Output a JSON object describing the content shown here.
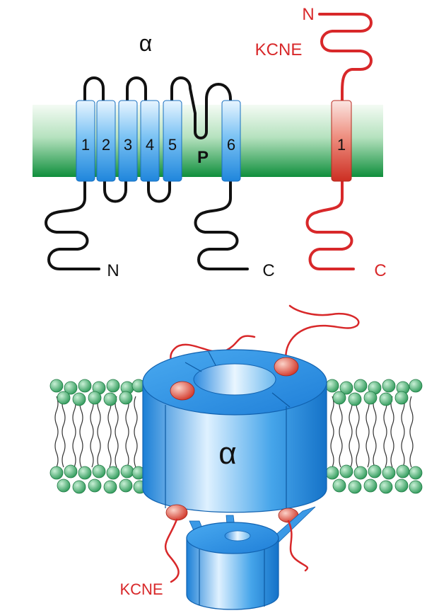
{
  "top_diagram": {
    "alpha_label": "α",
    "segments": [
      "1",
      "2",
      "3",
      "4",
      "5",
      "6"
    ],
    "pore_label": "P",
    "alpha_n_label": "N",
    "alpha_c_label": "C",
    "kcne_label": "KCNE",
    "kcne_n_label": "N",
    "kcne_c_label": "C",
    "kcne_segment": "1"
  },
  "bottom_diagram": {
    "alpha_label": "α",
    "kcne_label": "KCNE"
  },
  "colors": {
    "membrane_green": "#1a9a4a",
    "helix_blue": "#2a8fe0",
    "kcne_red": "#d8282a",
    "lipid_head": "#3aa866"
  }
}
